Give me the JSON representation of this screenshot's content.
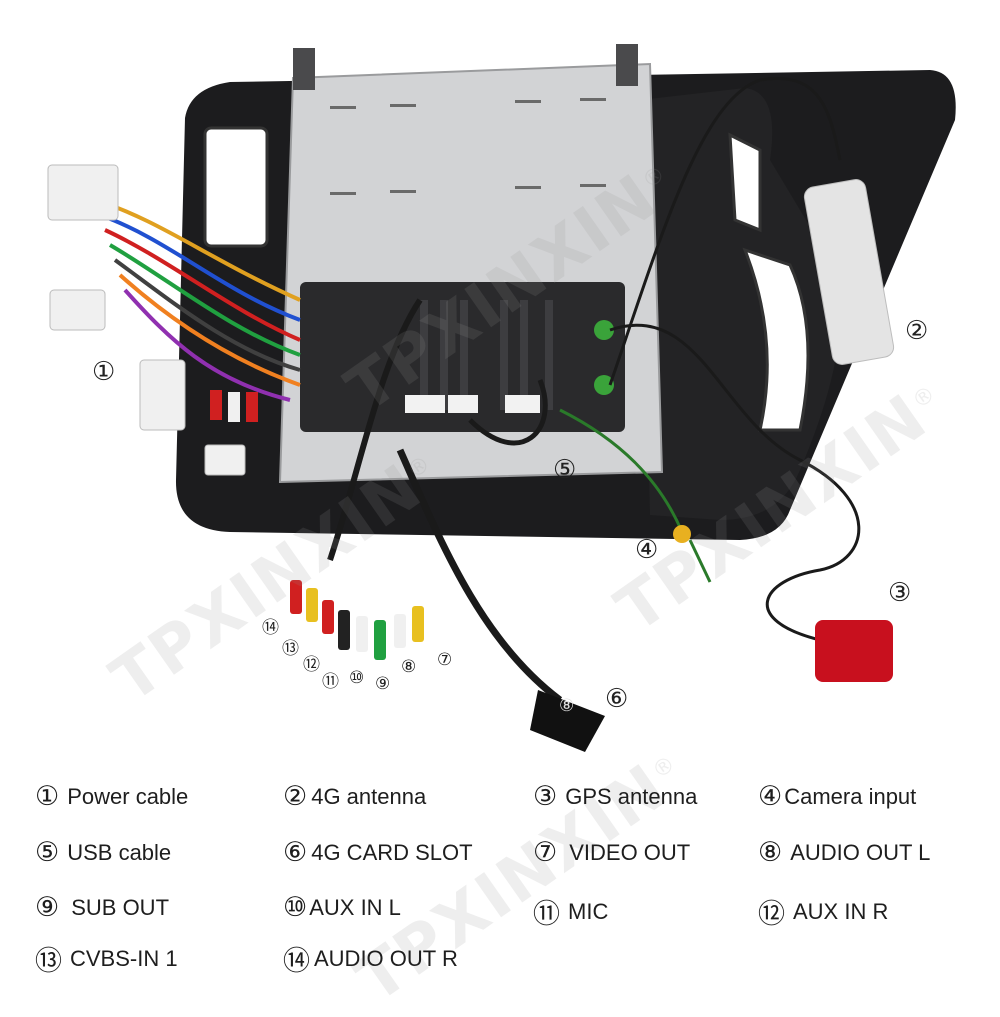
{
  "watermark": "TPXINXIN",
  "registered_mark": "®",
  "callouts": {
    "c1": "①",
    "c2": "②",
    "c3": "③",
    "c4": "④",
    "c5": "⑤",
    "c6": "⑥",
    "c7": "⑦",
    "c8": "⑧",
    "c9": "⑨",
    "c10": "⑩",
    "c11": "⑪",
    "c12": "⑫",
    "c13": "⑬",
    "c14": "⑭"
  },
  "legend": [
    {
      "num": "①",
      "label": "Power cable"
    },
    {
      "num": "②",
      "label": "4G antenna"
    },
    {
      "num": "③",
      "label": "GPS antenna"
    },
    {
      "num": "④",
      "label": "Camera input"
    },
    {
      "num": "⑤",
      "label": "USB cable"
    },
    {
      "num": "⑥",
      "label": "4G CARD SLOT"
    },
    {
      "num": "⑦",
      "label": "VIDEO OUT"
    },
    {
      "num": "⑧",
      "label": "AUDIO OUT L"
    },
    {
      "num": "⑨",
      "label": "SUB OUT"
    },
    {
      "num": "⑩",
      "label": "AUX IN L"
    },
    {
      "num": "⑪",
      "label": "MIC"
    },
    {
      "num": "⑫",
      "label": "AUX IN R"
    },
    {
      "num": "⑬",
      "label": "CVBS-IN 1"
    },
    {
      "num": "⑭",
      "label": "AUDIO OUT R"
    }
  ],
  "colors": {
    "frame": "#1c1c1e",
    "metal_plate": "#d2d3d5",
    "gps_puck": "#c8101e",
    "antenna_strip": "#e4e4e4",
    "cable": "#1a1a1a"
  }
}
